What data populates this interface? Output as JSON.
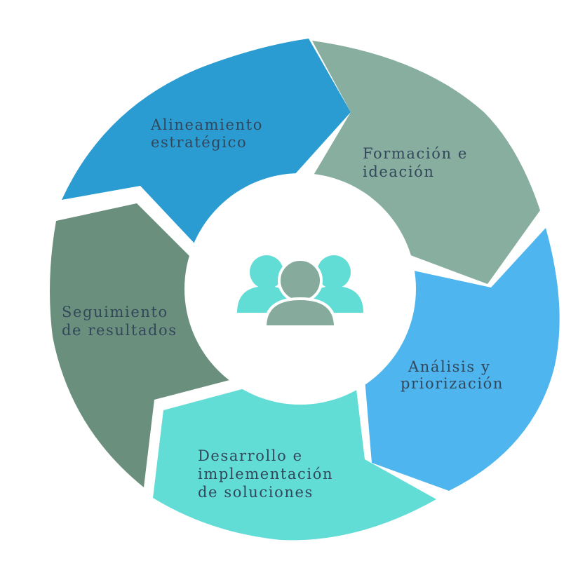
{
  "segments": [
    {
      "id": "alineamiento",
      "lines": [
        "Alineamiento",
        "estratégico"
      ],
      "color": "#2b9cd2"
    },
    {
      "id": "formacion",
      "lines": [
        "Formación e",
        "ideación"
      ],
      "color": "#88ae9f"
    },
    {
      "id": "analisis",
      "lines": [
        "Análisis y",
        "priorización"
      ],
      "color": "#4fb5ee"
    },
    {
      "id": "desarrollo",
      "lines": [
        "Desarrollo e",
        "implementación",
        "de soluciones"
      ],
      "color": "#61ddd6"
    },
    {
      "id": "seguimiento",
      "lines": [
        "Seguimiento",
        "de resultados"
      ],
      "color": "#6b8f7d"
    }
  ],
  "center": {
    "icon": "team-people-icon",
    "colors": {
      "front": "#86aa9c",
      "back": "#61ddd6"
    }
  }
}
